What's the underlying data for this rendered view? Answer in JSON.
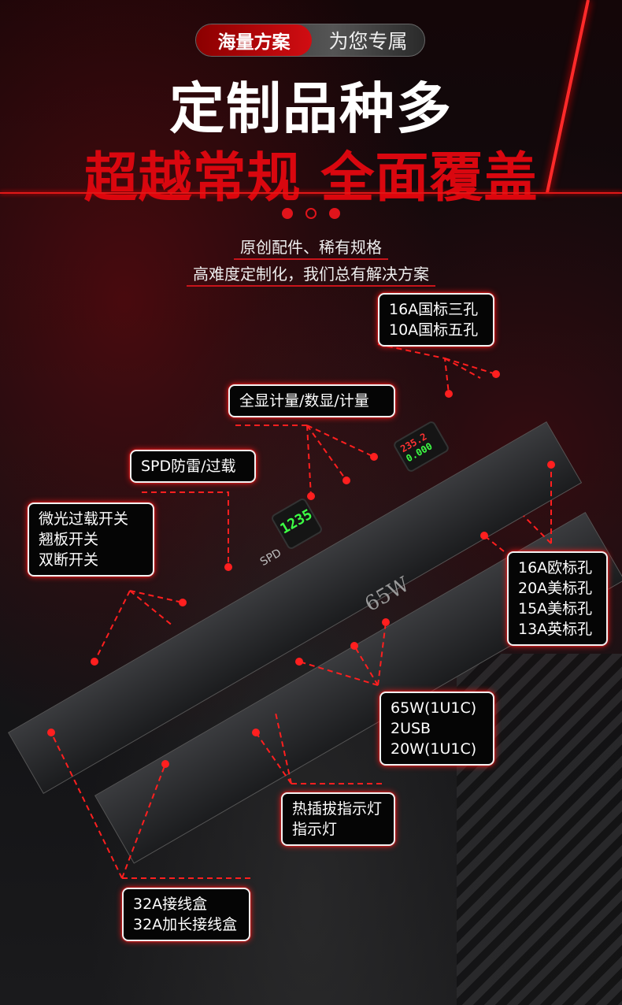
{
  "header": {
    "pill_left": "海量方案",
    "pill_right": "为您专属",
    "title": "定制品种多",
    "subtitle_red": "超越常规 全面覆盖",
    "line1": "原创配件、稀有规格",
    "line2": "高难度定制化，我们总有解决方案"
  },
  "callouts": {
    "gb": [
      "16A国标三孔",
      "10A国标五孔"
    ],
    "meter": [
      "全显计量/数显/计量"
    ],
    "spd": [
      "SPD防雷/过载"
    ],
    "switch": [
      "微光过载开关",
      "翘板开关",
      "双断开关"
    ],
    "intl": [
      "16A欧标孔",
      "20A美标孔",
      "15A美标孔",
      "13A英标孔"
    ],
    "usb": [
      "65W(1U1C)",
      "2USB",
      "20W(1U1C)"
    ],
    "indicator": [
      "热插拔指示灯",
      "指示灯"
    ],
    "box32": [
      "32A接线盒",
      "32A加长接线盒"
    ]
  },
  "product": {
    "display_green": "1235",
    "display_red": "235.2",
    "display_current": "0.000",
    "badge_65w": "65W",
    "spd_badge": "SPD"
  },
  "colors": {
    "accent": "#d9070f",
    "glow": "#ff1a1a"
  }
}
